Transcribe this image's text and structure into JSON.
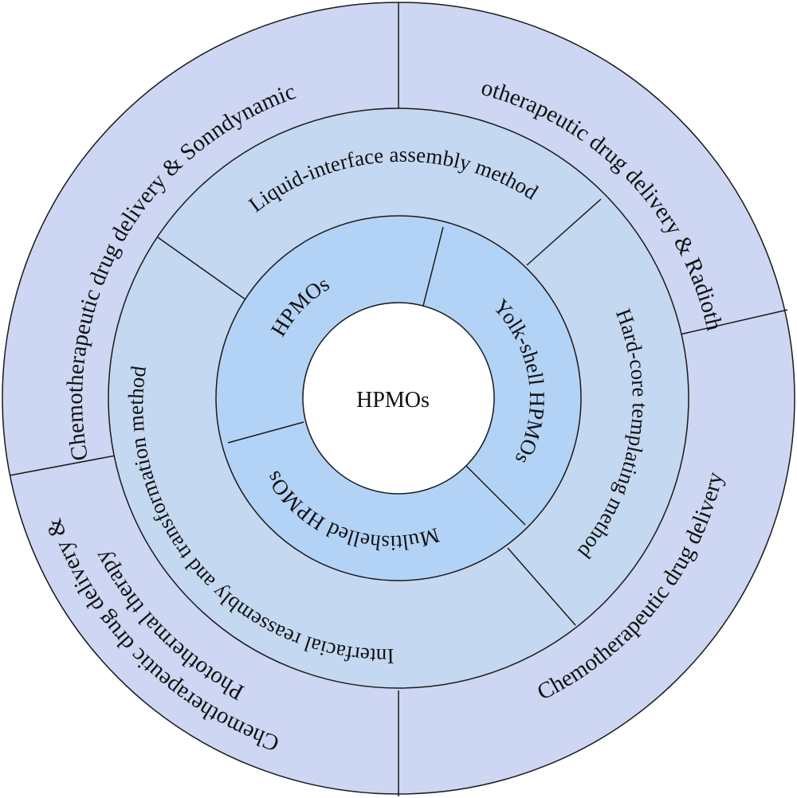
{
  "center": {
    "label": "HPMOs"
  },
  "inner_ring": [
    {
      "label": "HPMOs"
    },
    {
      "label": "Yolk-shell HPMOs"
    },
    {
      "label": "Multishelled HPMOs"
    }
  ],
  "middle_ring": [
    {
      "label": "Liquid-interface assembly method"
    },
    {
      "label": "Hard-core templating method"
    },
    {
      "label": "Interfacial reassembly and transformation method"
    }
  ],
  "outer_ring": [
    {
      "lines": [
        "Chemotherapeutic drug delivery & Sonndynamic"
      ]
    },
    {
      "lines": [
        "Chemotherapeutic drug delivery & Radiotherapy"
      ]
    },
    {
      "lines": [
        "Chemotherapeutic drug delivery"
      ]
    },
    {
      "lines": [
        "Chemotherapeutic drug delivery &",
        "Photothermal therapy"
      ]
    }
  ],
  "colors": {
    "outer_ring": "#cdd6f2",
    "middle_ring": "#c5d8f2",
    "inner_ring": "#b3d3f6",
    "center": "#ffffff",
    "stroke": "#1a1a1a"
  }
}
